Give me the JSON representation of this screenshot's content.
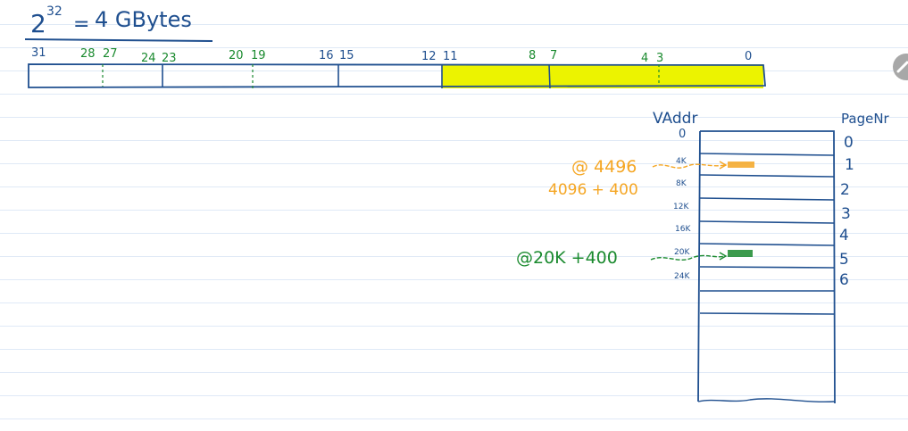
{
  "formula": {
    "base": "2",
    "exponent": "32",
    "equals": "=",
    "value": "4 GBytes"
  },
  "bit_labels": [
    "31",
    "28",
    "27",
    "24",
    "23",
    "20",
    "19",
    "16",
    "15",
    "12",
    "11",
    "8",
    "7",
    "4",
    "3",
    "0"
  ],
  "vaddr_header": "VAddr",
  "page_header": "PageNr",
  "vaddr_ticks": [
    "0",
    "4K",
    "8K",
    "12K",
    "16K",
    "20K",
    "24K"
  ],
  "page_numbers": [
    "0",
    "1",
    "2",
    "3",
    "4",
    "5",
    "6"
  ],
  "annot_orange": {
    "line1": "@ 4496",
    "line2": "4096 + 400"
  },
  "annot_green": {
    "line1": "@20K +400"
  },
  "colors": {
    "ink": "#1f4f8f",
    "green": "#1a8a2e",
    "orange": "#f5a623",
    "highlight": "#ecf300",
    "gridline": "#dfe9f6"
  }
}
